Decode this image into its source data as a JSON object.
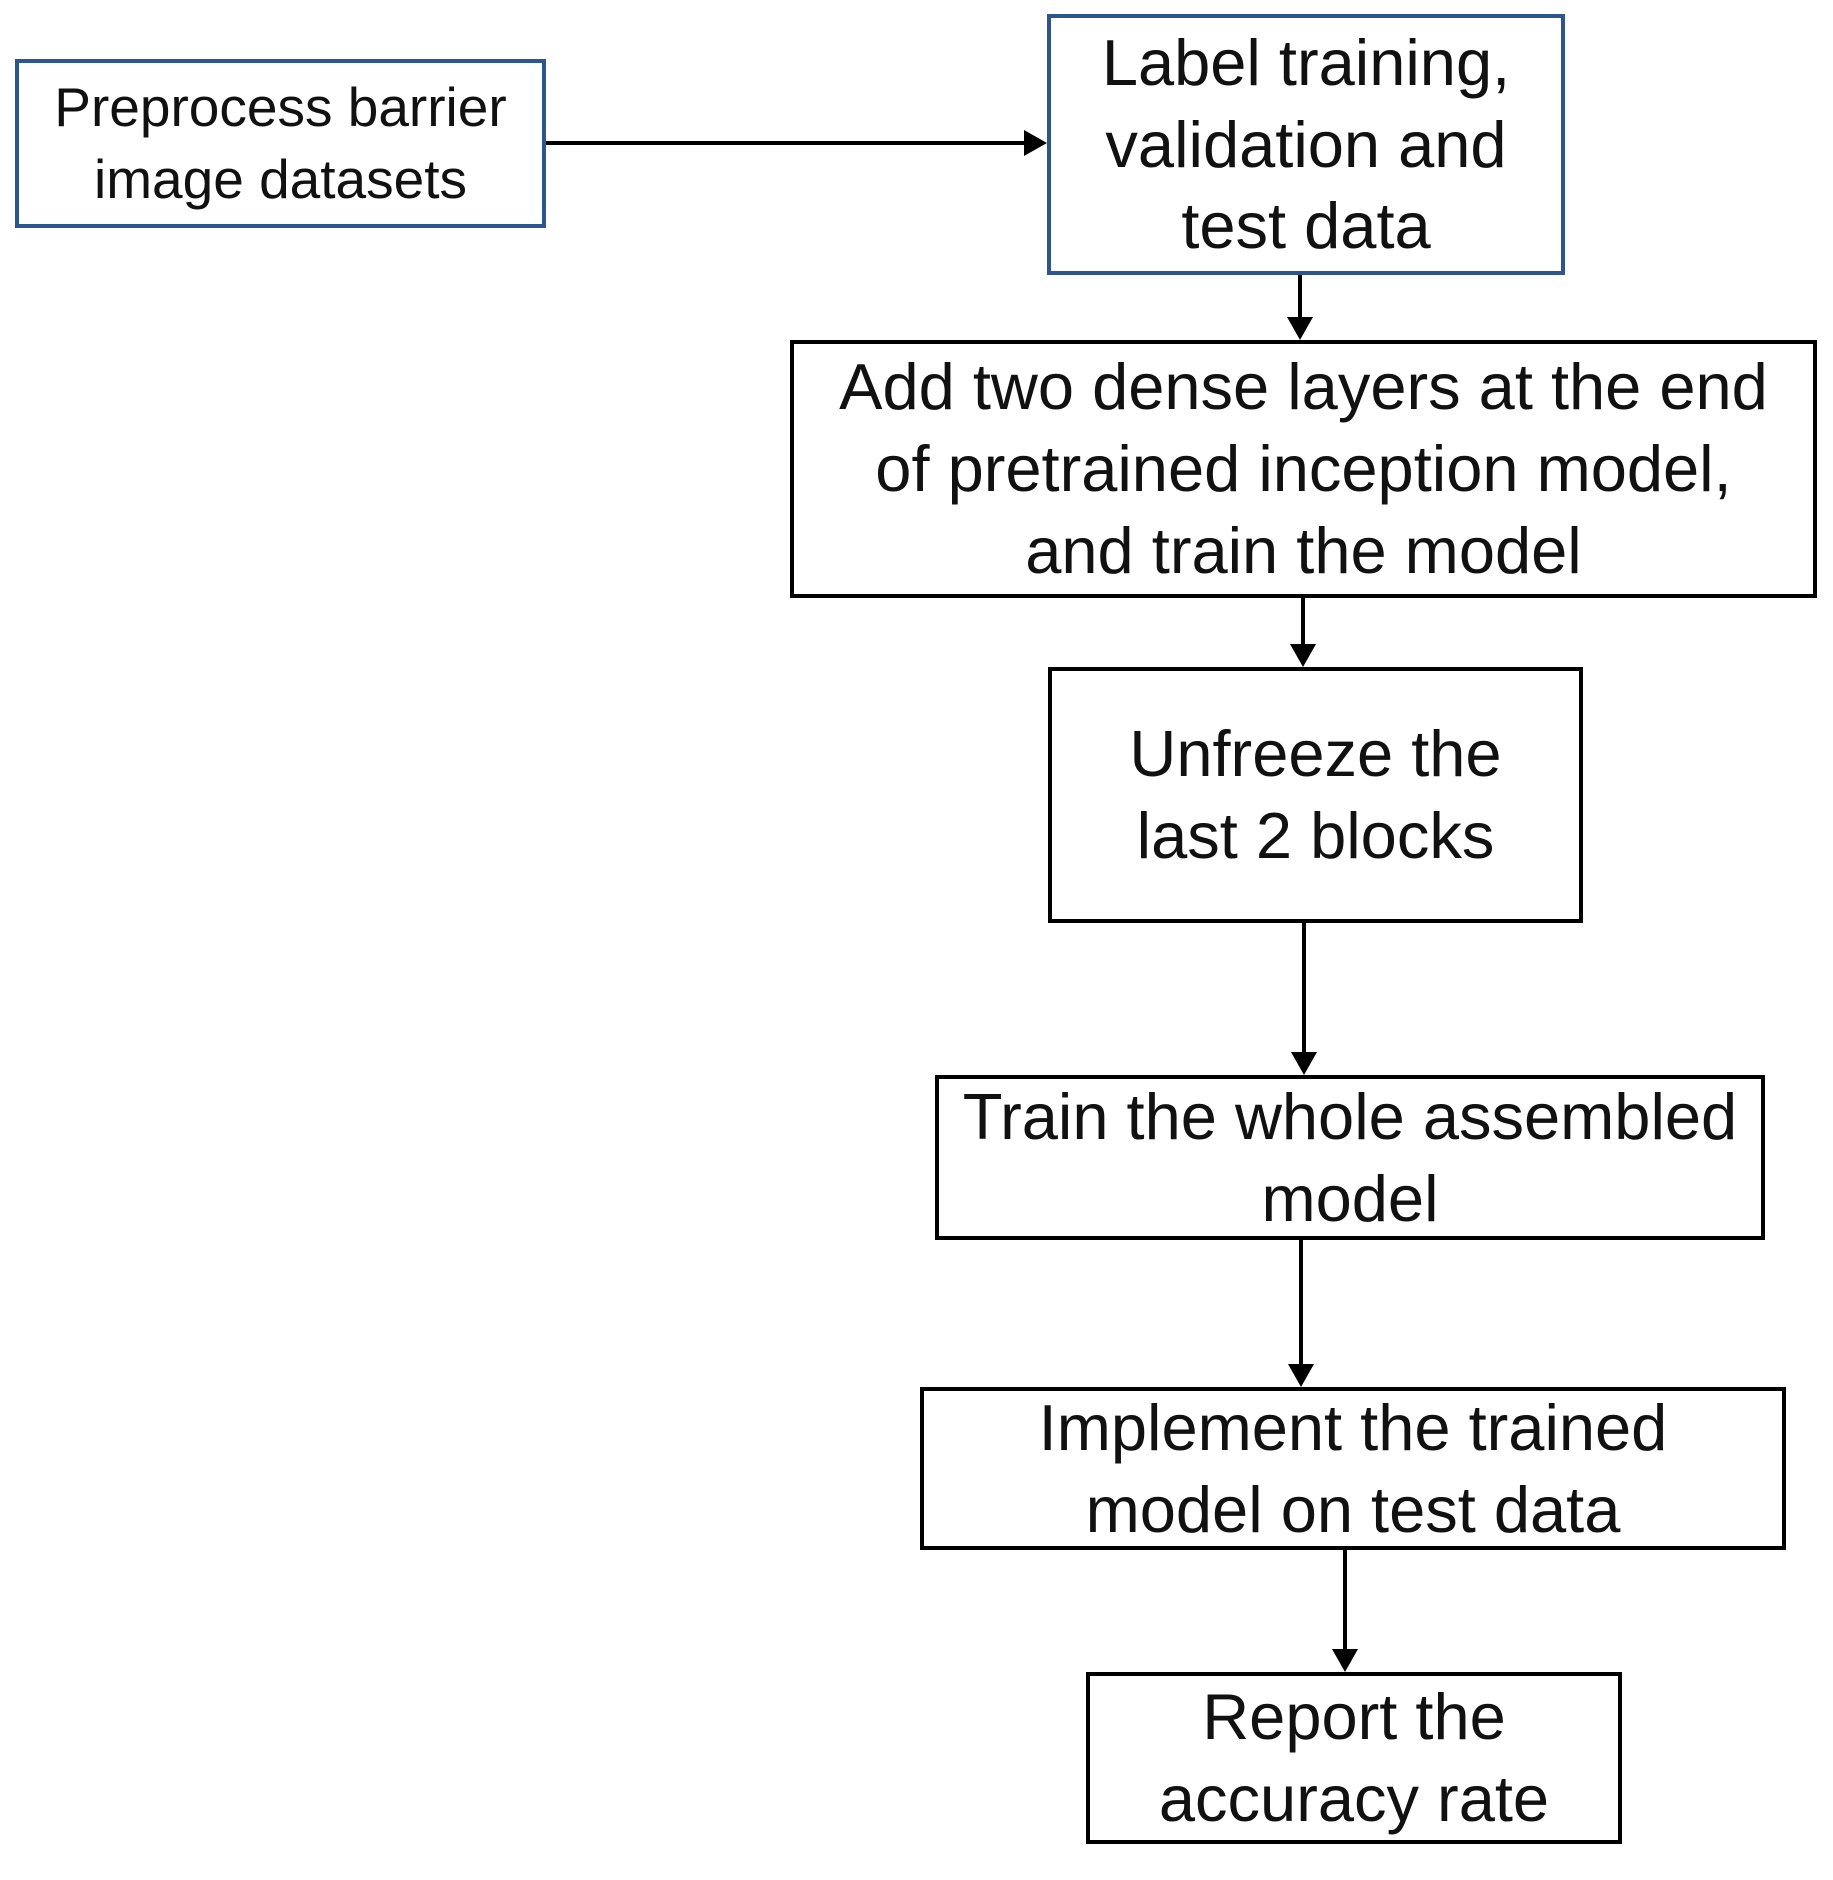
{
  "diagram": {
    "type": "flowchart",
    "colors": {
      "blue_border": "#2d5590",
      "black_border": "#000000",
      "text": "#111111",
      "background": "#ffffff"
    },
    "nodes": [
      {
        "id": "preprocess",
        "label": "Preprocess barrier\nimage datasets",
        "border": "blue"
      },
      {
        "id": "label-data",
        "label": "Label training,\nvalidation and\ntest data",
        "border": "blue"
      },
      {
        "id": "add-dense",
        "label": "Add two dense layers at the end\nof pretrained inception model,\nand train the model",
        "border": "black"
      },
      {
        "id": "unfreeze",
        "label": "Unfreeze the\nlast 2 blocks",
        "border": "black"
      },
      {
        "id": "train-whole",
        "label": "Train the whole assembled\nmodel",
        "border": "black"
      },
      {
        "id": "implement",
        "label": "Implement the trained\nmodel on test data",
        "border": "black"
      },
      {
        "id": "report",
        "label": "Report the\naccuracy rate",
        "border": "black"
      }
    ],
    "edges": [
      {
        "from": "preprocess",
        "to": "label-data",
        "direction": "right"
      },
      {
        "from": "label-data",
        "to": "add-dense",
        "direction": "down"
      },
      {
        "from": "add-dense",
        "to": "unfreeze",
        "direction": "down"
      },
      {
        "from": "unfreeze",
        "to": "train-whole",
        "direction": "down"
      },
      {
        "from": "train-whole",
        "to": "implement",
        "direction": "down"
      },
      {
        "from": "implement",
        "to": "report",
        "direction": "down"
      }
    ]
  }
}
